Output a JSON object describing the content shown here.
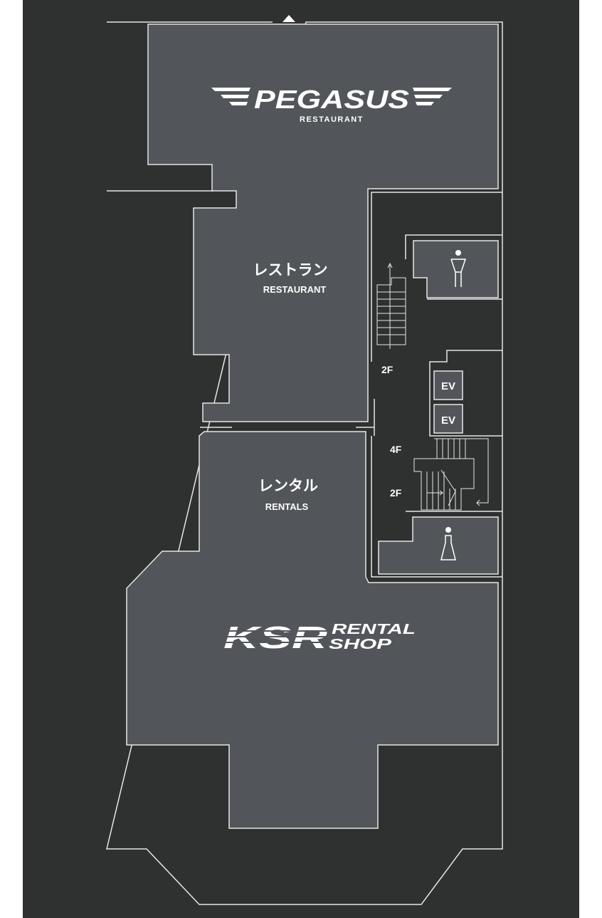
{
  "floor_map": {
    "colors": {
      "background": "#2f3030",
      "room_fill": "#52565a",
      "wall_line": "#e6e6e6",
      "text": "#ffffff"
    },
    "logos": {
      "pegasus": {
        "name": "PEGASUS",
        "sub": "RESTAURANT"
      },
      "ksr": {
        "name": "KSR",
        "line1": "RENTAL",
        "line2": "SHOP"
      }
    },
    "rooms": {
      "restaurant": {
        "label_ja": "レストラン",
        "label_en": "RESTAURANT"
      },
      "rentals": {
        "label_ja": "レンタル",
        "label_en": "RENTALS"
      }
    },
    "facilities": {
      "elevator_1": "EV",
      "elevator_2": "EV",
      "mens_restroom_icon": "mens-restroom-icon",
      "womens_restroom_icon": "womens-restroom-icon",
      "entrance_icon": "up-arrow-icon"
    },
    "stairs": {
      "upper_to": "2F",
      "lower_up": "4F",
      "lower_down": "2F"
    }
  }
}
